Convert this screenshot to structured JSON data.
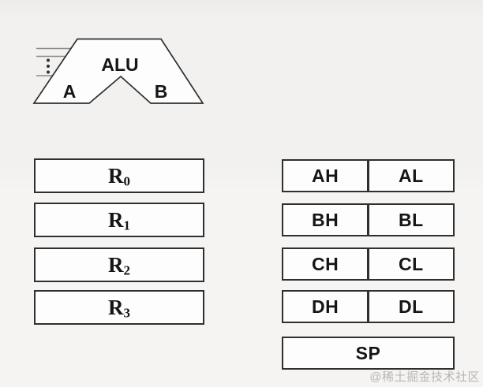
{
  "alu": {
    "label": "ALU",
    "input_a": "A",
    "input_b": "B"
  },
  "general_registers": [
    {
      "base": "R",
      "sub": "0"
    },
    {
      "base": "R",
      "sub": "1"
    },
    {
      "base": "R",
      "sub": "2"
    },
    {
      "base": "R",
      "sub": "3"
    }
  ],
  "split_registers": [
    {
      "high": "AH",
      "low": "AL"
    },
    {
      "high": "BH",
      "low": "BL"
    },
    {
      "high": "CH",
      "low": "CL"
    },
    {
      "high": "DH",
      "low": "DL"
    }
  ],
  "stack_pointer": {
    "label": "SP"
  },
  "watermark": {
    "text": "@稀土掘金技术社区"
  },
  "colors": {
    "background": "#f2f1ef",
    "background_top": "#edecea",
    "background_lower": "#f5f4f2",
    "box_fill": "#fdfdfd",
    "box_border": "#2f2f2f",
    "text": "#151515",
    "input_line": "#8a8a8a",
    "watermark_text": "#b8b6b3"
  }
}
